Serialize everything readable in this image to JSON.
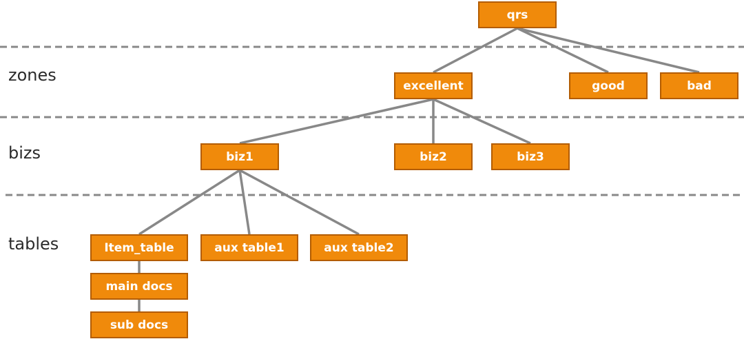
{
  "levels": {
    "zones": "zones",
    "bizs": "bizs",
    "tables": "tables"
  },
  "nodes": {
    "root": "qrs",
    "zone_excellent": "excellent",
    "zone_good": "good",
    "zone_bad": "bad",
    "biz1": "biz1",
    "biz2": "biz2",
    "biz3": "biz3",
    "item_table": "Item_table",
    "aux_table1": "aux table1",
    "aux_table2": "aux table2",
    "main_docs": "main docs",
    "sub_docs": "sub docs"
  },
  "edges": [
    [
      "root",
      "zone_excellent"
    ],
    [
      "root",
      "zone_good"
    ],
    [
      "root",
      "zone_bad"
    ],
    [
      "zone_excellent",
      "biz1"
    ],
    [
      "zone_excellent",
      "biz2"
    ],
    [
      "zone_excellent",
      "biz3"
    ],
    [
      "biz1",
      "item_table"
    ],
    [
      "biz1",
      "aux_table1"
    ],
    [
      "biz1",
      "aux_table2"
    ],
    [
      "item_table",
      "main_docs"
    ],
    [
      "main_docs",
      "sub_docs"
    ]
  ],
  "colors": {
    "node_fill": "#f08a0b",
    "node_border": "#b35c00",
    "node_text": "#ffffff",
    "edge": "#888888",
    "divider": "#888888"
  }
}
